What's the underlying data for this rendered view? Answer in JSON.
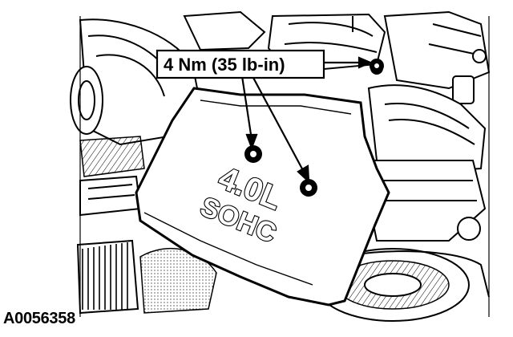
{
  "callout": {
    "label": "4 Nm (35 lb-in)"
  },
  "cover": {
    "emboss_line1": "4.0L",
    "emboss_line2": "SOHC"
  },
  "figure": {
    "id": "A0056358"
  },
  "icons": [
    "bolt-icon",
    "leader-arrow-icon"
  ],
  "colors": {
    "ink": "#000000",
    "paper": "#ffffff",
    "shade": "#e6e6e6"
  }
}
